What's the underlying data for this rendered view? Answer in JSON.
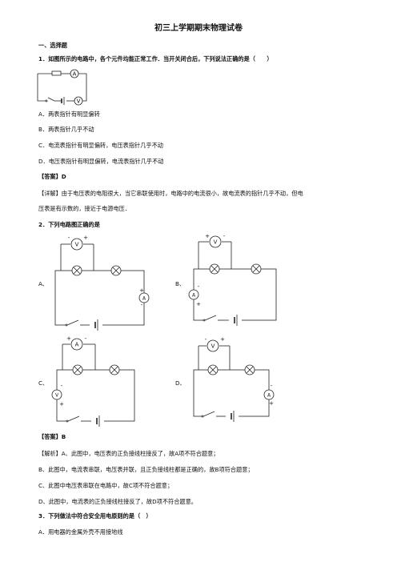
{
  "doc": {
    "title": "初三上学期期末物理试卷",
    "section1": "一、选择题",
    "q1": {
      "stem": "1．如图所示的电路中，各个元件均能正常工作．当开关闭合后，下列说法正确的是（　　）",
      "options": [
        "A．两表指针有明显偏转",
        "B．两表指针几乎不动",
        "C．电流表指针有明显偏转，电压表指针几乎不动",
        "D．电压表指针有明显偏转，电流表指针几乎不动"
      ],
      "answer": "【答案】D",
      "explain_1": "【详解】由于电压表的电阻很大，当它串联使用时，电路中的电流很小，故电流表的指针几乎不动，但电",
      "explain_2": "压表是有示数的，接近于电源电压．"
    },
    "q2": {
      "stem": "2．下列电路图正确的是",
      "labels": [
        "A、",
        "B、",
        "C、",
        "D、"
      ],
      "answer": "【答案】B",
      "explain": [
        "【解析】A、此图中，电压表的正负接线柱接反了，故A项不符合题意；",
        "B、此图中，电流表串联，电压表并联，且正负接线柱都是正确的，故B项符合题意；",
        "C、此图中电压表串联在电路中，故C项不符合题意；",
        "D、此图中，电流表的正负接线柱接反了，故D项不符合题意。"
      ]
    },
    "q3": {
      "stem": "3．下列做法中符合安全用电原则的是（　）",
      "options": [
        "A．用电器的金属外壳不用接地线"
      ]
    }
  },
  "meter_symbols": {
    "ammeter": "A",
    "voltmeter": "V",
    "plus": "+",
    "minus": "-"
  }
}
